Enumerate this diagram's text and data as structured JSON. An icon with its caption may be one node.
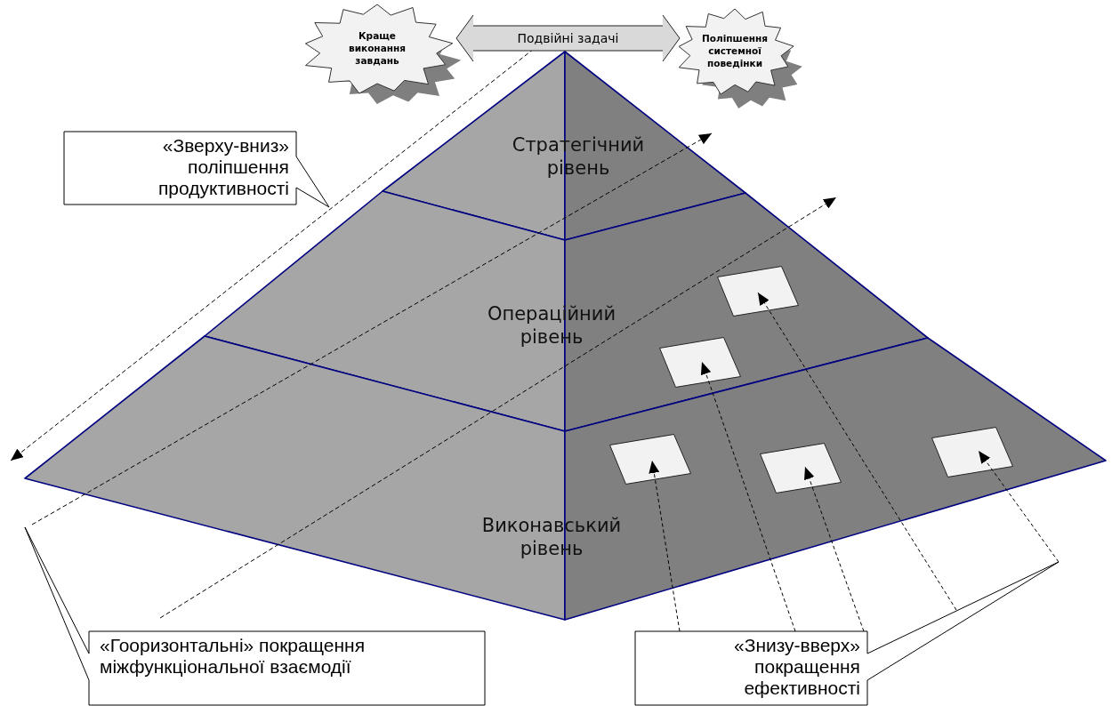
{
  "diagram": {
    "nodes": [
      {
        "text": [
          "Краще виконання завдань"
        ]
      },
      {
        "text": [
          "Поліпшення системної поведінки"
        ]
      },
      {
        "text": [
          "Стратегічний рівень"
        ]
      },
      {
        "text": [
          "Операційний рівень"
        ]
      },
      {
        "text": [
          "Виконавський рівень"
        ]
      },
      {
        "text": [
          "«Зверху-вниз» поліпшення продуктивності"
        ]
      },
      {
        "text": [],
        "shape": "box"
      },
      {
        "text": [],
        "shape": "box"
      },
      {
        "text": [],
        "shape": "box"
      },
      {
        "text": [],
        "shape": "box"
      },
      {
        "text": [],
        "shape": "box"
      },
      {
        "text": [
          "«Гооризонтальні» покращення міжфункціональної взаємодії"
        ]
      },
      {
        "text": [
          "«Знизу-вверх» покращення ефективності"
        ]
      }
    ],
    "edges": [
      {
        "from": 0,
        "to": 1,
        "arrow": "both",
        "label": "Подвійні задачі",
        "style": "thick",
        "color": "#d9d9d9"
      },
      {
        "from": 12,
        "to": 6,
        "arrow": "to",
        "style": "dashed"
      },
      {
        "from": 12,
        "to": 7,
        "arrow": "to",
        "style": "dashed"
      },
      {
        "from": 12,
        "to": 8,
        "arrow": "to",
        "style": "dashed"
      },
      {
        "from": 12,
        "to": 9,
        "arrow": "to",
        "style": "dashed"
      },
      {
        "from": 12,
        "to": 10,
        "arrow": "to",
        "style": "dashed"
      }
    ]
  }
}
